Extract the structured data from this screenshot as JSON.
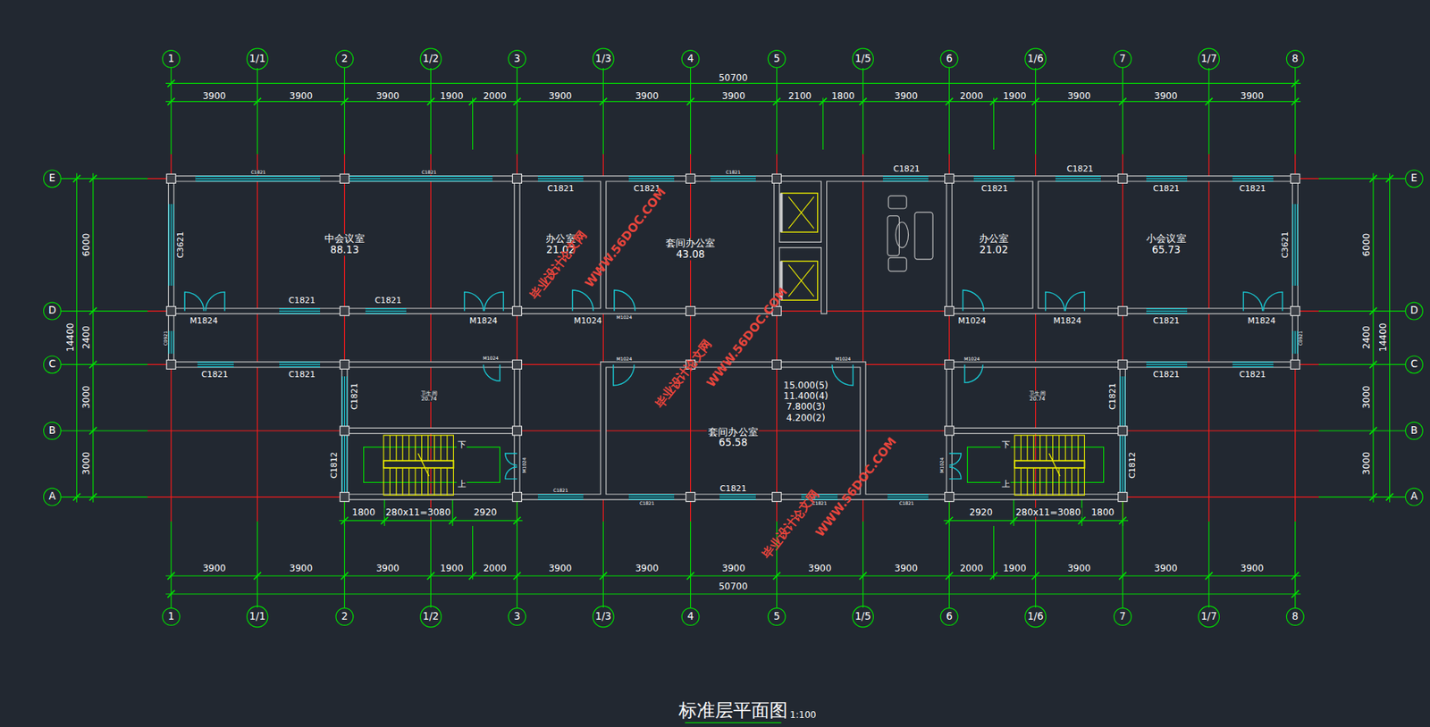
{
  "diagram": {
    "title": "标准层平面图",
    "nodes": [
      {
        "text": [
          "1"
        ]
      },
      {
        "text": [
          "1/1"
        ]
      },
      {
        "text": [
          "2"
        ]
      },
      {
        "text": [
          "1/2"
        ]
      },
      {
        "text": [
          "3"
        ]
      },
      {
        "text": [
          "1/3"
        ]
      },
      {
        "text": [
          "4"
        ]
      },
      {
        "text": [
          "5"
        ]
      },
      {
        "text": [
          "1/5"
        ]
      },
      {
        "text": [
          "6"
        ]
      },
      {
        "text": [
          "1/6"
        ]
      },
      {
        "text": [
          "7"
        ]
      },
      {
        "text": [
          "1/7"
        ]
      },
      {
        "text": [
          "8"
        ]
      },
      {
        "text": [
          "E"
        ]
      },
      {
        "text": [
          "D"
        ]
      },
      {
        "text": [
          "C"
        ]
      },
      {
        "text": [
          "B"
        ]
      },
      {
        "text": [
          "A"
        ]
      },
      {
        "text": [
          "E"
        ]
      },
      {
        "text": [
          "D"
        ]
      },
      {
        "text": [
          "C"
        ]
      },
      {
        "text": [
          "B"
        ]
      },
      {
        "text": [
          "A"
        ]
      },
      {
        "text": [
          "中会议室",
          "88.13"
        ]
      },
      {
        "text": [
          "办公室",
          "21.02"
        ]
      },
      {
        "text": [
          "套间办公室",
          "43.08"
        ]
      },
      {
        "text": [
          "办公室",
          "21.02"
        ]
      },
      {
        "text": [
          "小会议室",
          "65.73"
        ]
      },
      {
        "text": [
          "卫生间",
          "20.74"
        ]
      },
      {
        "text": [
          "套间办公室",
          "65.58"
        ]
      },
      {
        "text": [
          "卫生间",
          "20.74"
        ]
      },
      {
        "text": [
          "1"
        ]
      },
      {
        "text": [
          "1/1"
        ]
      },
      {
        "text": [
          "2"
        ]
      },
      {
        "text": [
          "1/2"
        ]
      },
      {
        "text": [
          "3"
        ]
      },
      {
        "text": [
          "1/3"
        ]
      },
      {
        "text": [
          "4"
        ]
      },
      {
        "text": [
          "5"
        ]
      },
      {
        "text": [
          "1/5"
        ]
      },
      {
        "text": [
          "6"
        ]
      },
      {
        "text": [
          "1/6"
        ]
      },
      {
        "text": [
          "7"
        ]
      },
      {
        "text": [
          "1/7"
        ]
      },
      {
        "text": [
          "8"
        ]
      }
    ],
    "labels": [
      "50700",
      "3900",
      "3900",
      "3900",
      "1900",
      "2000",
      "3900",
      "3900",
      "3900",
      "2100",
      "1800",
      "3900",
      "2000",
      "1900",
      "3900",
      "3900",
      "3900",
      "3900",
      "3900",
      "3900",
      "1900",
      "2000",
      "3900",
      "3900",
      "3900",
      "3900",
      "3900",
      "2000",
      "1900",
      "3900",
      "3900",
      "3900",
      "50700",
      "14400",
      "6000",
      "2400",
      "3000",
      "3000",
      "6000",
      "2400",
      "3000",
      "3000",
      "14400",
      "1800",
      "280x11=3080",
      "2920",
      "2920",
      "280x11=3080",
      "1800",
      "C1821",
      "C1821",
      "C1821",
      "C1821",
      "C1821",
      "C1821",
      "C1821",
      "C1821",
      "C1821",
      "C1821",
      "C3621",
      "C3621",
      "C1821",
      "C1821",
      "M1824",
      "M1824",
      "M1024",
      "M1024",
      "M1024",
      "M1824",
      "M1824",
      "C1821",
      "C0921",
      "C0921",
      "C1821",
      "C1821",
      "M1024",
      "M1024",
      "M1024",
      "M1024",
      "C1821",
      "C1821",
      "C1821",
      "C1821",
      "C1812",
      "C1812",
      "M1024",
      "M1024",
      "C1821",
      "C1821",
      "C1821",
      "C1821",
      "C1821",
      "15.000(5)",
      "11.400(4)",
      "7.800(3)",
      "4.200(2)",
      "下",
      "上",
      "下",
      "上",
      "毕业设计论文网",
      "WWW.56DOC.COM",
      "毕业设计论文网",
      "WWW.56DOC.COM",
      "毕业设计论文网",
      "WWW.56DOC.COM",
      "1:100"
    ]
  }
}
